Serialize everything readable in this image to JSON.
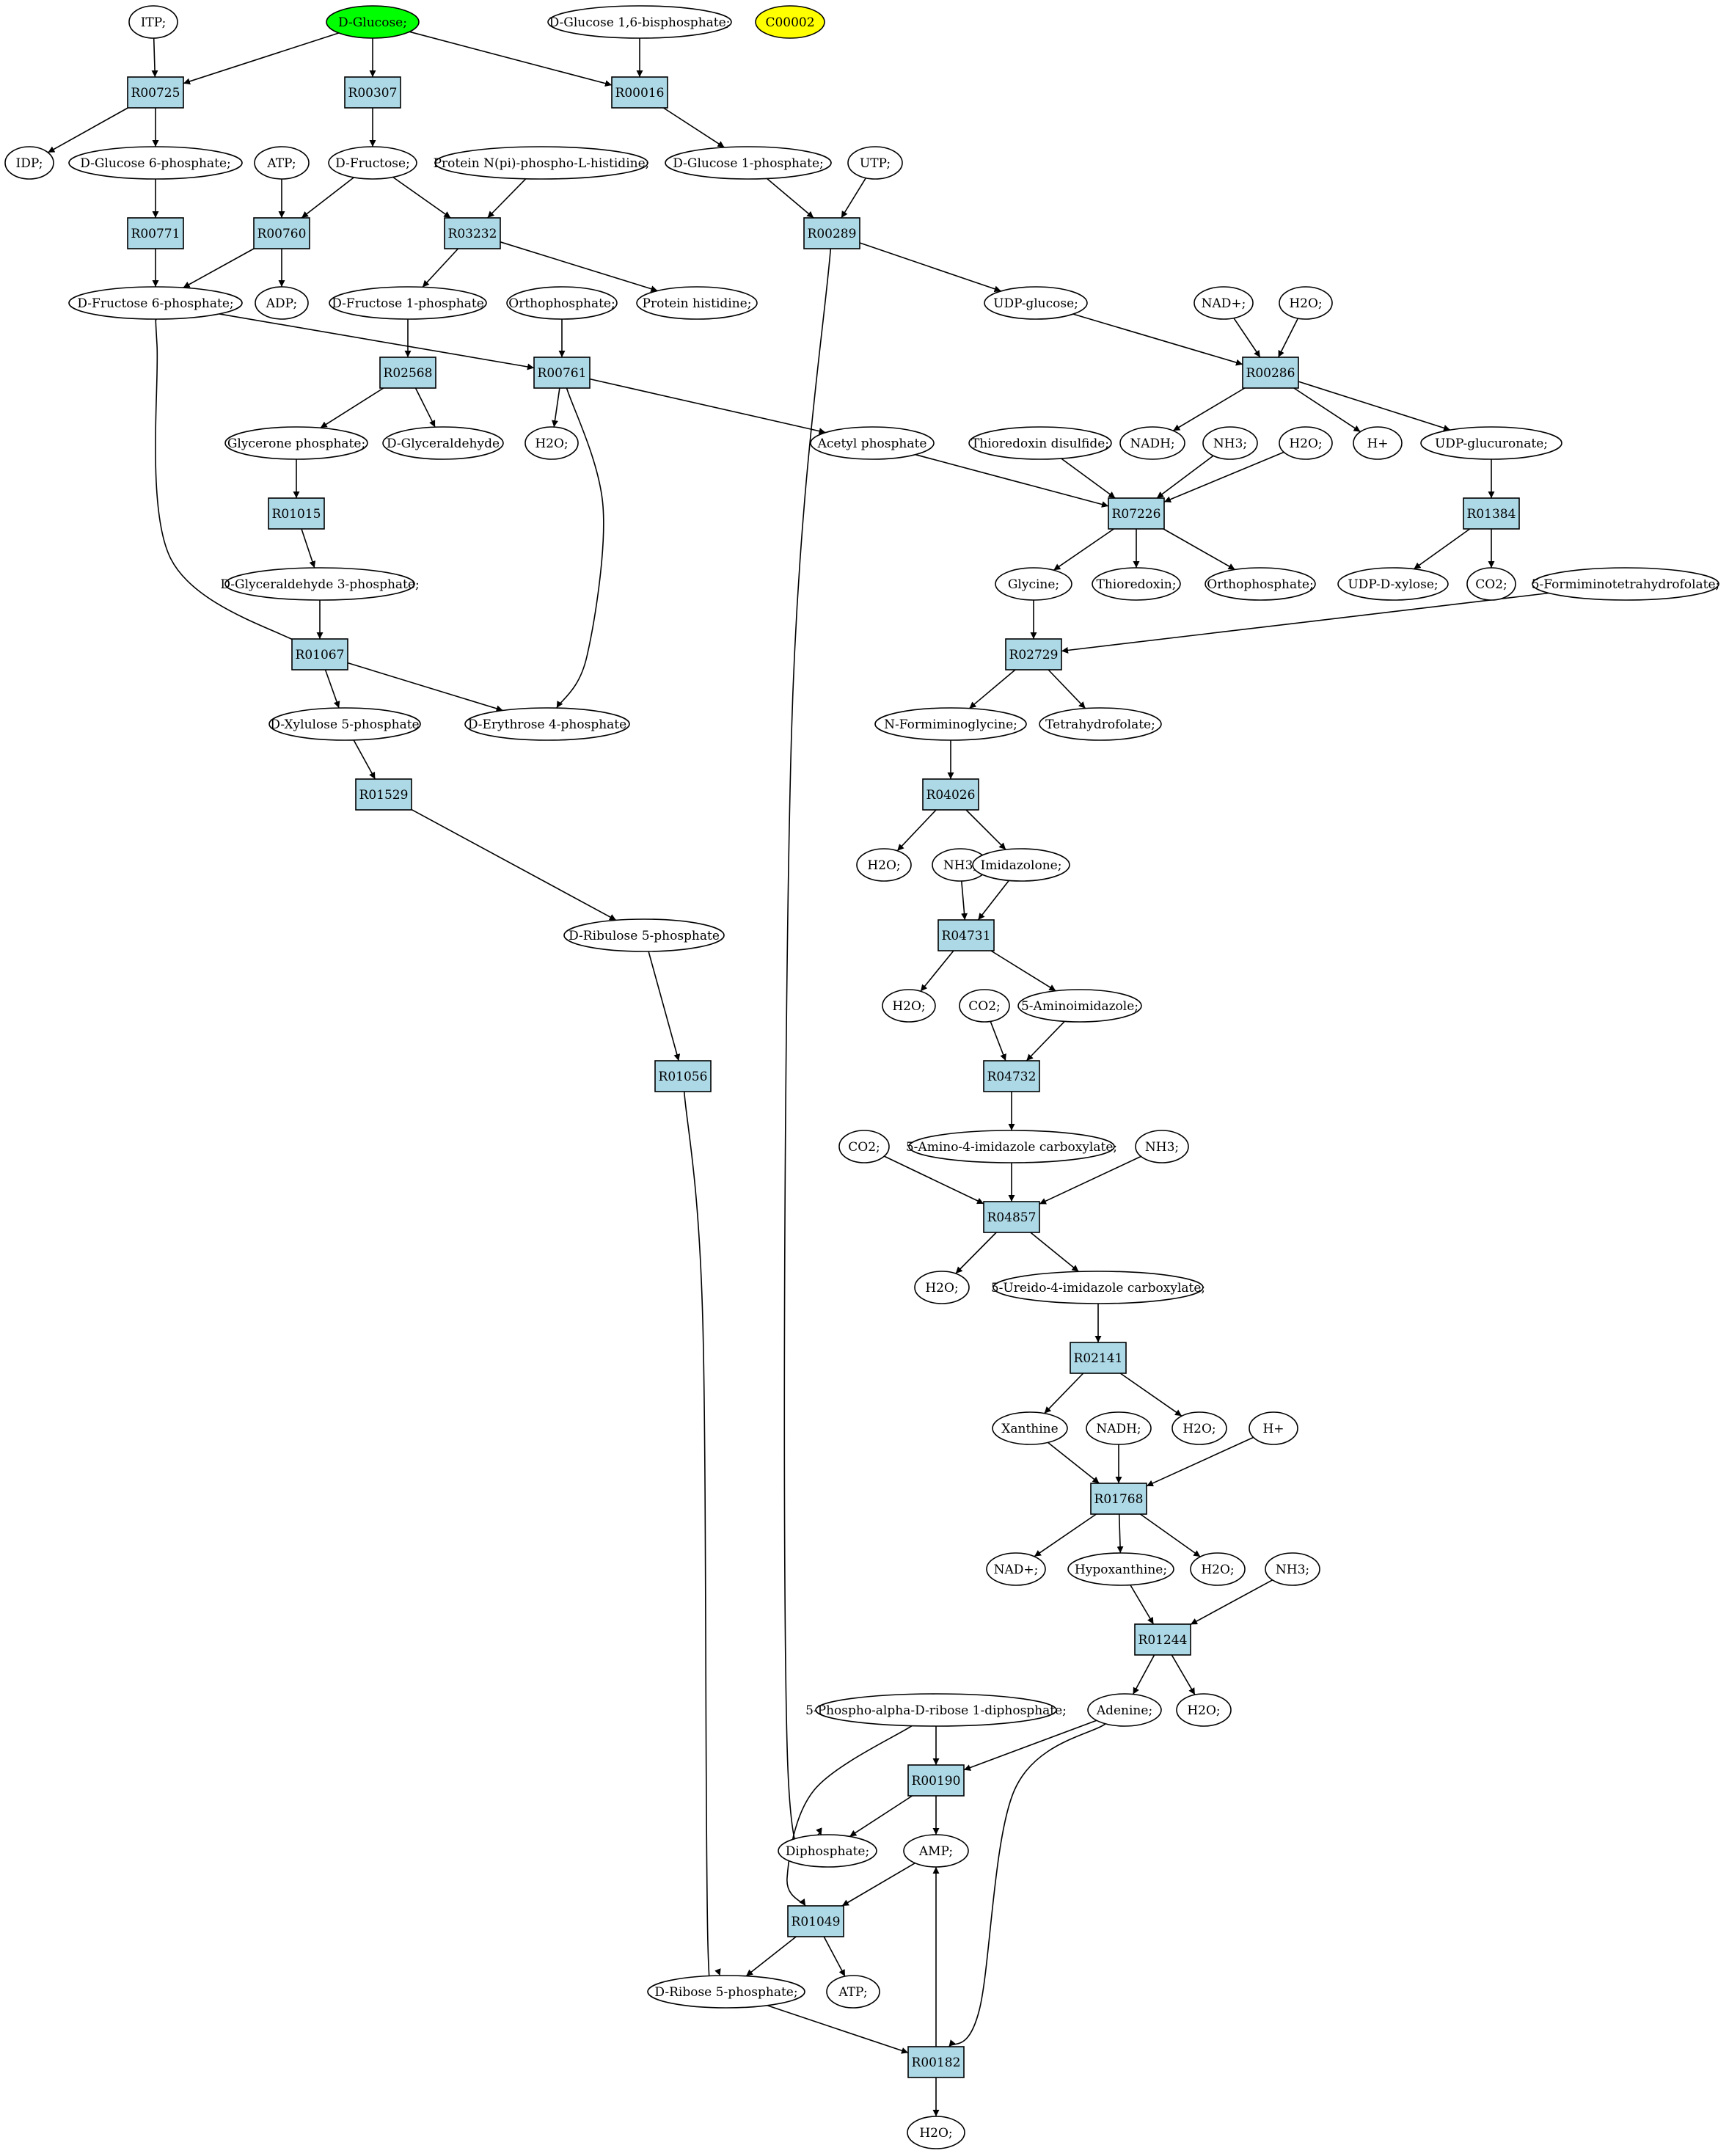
{
  "colors": {
    "reaction_fill": "#add8e6",
    "start_fill": "#00ff00",
    "highlight_fill": "#ffff00",
    "compound_fill": "#ffffff"
  },
  "nodes": [
    {
      "id": "itp",
      "kind": "compound",
      "label": "ITP;"
    },
    {
      "id": "dglucose",
      "kind": "compound",
      "label": "D-Glucose;",
      "fill": "#00ff00"
    },
    {
      "id": "dglc16bp",
      "kind": "compound",
      "label": "D-Glucose 1,6-bisphosphate;"
    },
    {
      "id": "c00002",
      "kind": "compound",
      "label": "C00002",
      "fill": "#ffff00"
    },
    {
      "id": "r00725",
      "kind": "reaction",
      "label": "R00725"
    },
    {
      "id": "r00307",
      "kind": "reaction",
      "label": "R00307"
    },
    {
      "id": "r00016",
      "kind": "reaction",
      "label": "R00016"
    },
    {
      "id": "idp",
      "kind": "compound",
      "label": "IDP;"
    },
    {
      "id": "dglc6p",
      "kind": "compound",
      "label": "D-Glucose 6-phosphate;"
    },
    {
      "id": "atp1",
      "kind": "compound",
      "label": "ATP;"
    },
    {
      "id": "dfructose",
      "kind": "compound",
      "label": "D-Fructose;"
    },
    {
      "id": "protnph",
      "kind": "compound",
      "label": "Protein N(pi)-phospho-L-histidine;"
    },
    {
      "id": "dglc1p",
      "kind": "compound",
      "label": "D-Glucose 1-phosphate;"
    },
    {
      "id": "utp",
      "kind": "compound",
      "label": "UTP;"
    },
    {
      "id": "r00771",
      "kind": "reaction",
      "label": "R00771"
    },
    {
      "id": "r00760",
      "kind": "reaction",
      "label": "R00760"
    },
    {
      "id": "r03232",
      "kind": "reaction",
      "label": "R03232"
    },
    {
      "id": "r00289",
      "kind": "reaction",
      "label": "R00289"
    },
    {
      "id": "dfru6p",
      "kind": "compound",
      "label": "D-Fructose 6-phosphate;"
    },
    {
      "id": "adp",
      "kind": "compound",
      "label": "ADP;"
    },
    {
      "id": "dfru1p",
      "kind": "compound",
      "label": "D-Fructose 1-phosphate"
    },
    {
      "id": "orthop1",
      "kind": "compound",
      "label": "Orthophosphate;"
    },
    {
      "id": "prothis",
      "kind": "compound",
      "label": "Protein histidine;"
    },
    {
      "id": "udpglc",
      "kind": "compound",
      "label": "UDP-glucose;"
    },
    {
      "id": "nadp1",
      "kind": "compound",
      "label": "NAD+;"
    },
    {
      "id": "h2o1",
      "kind": "compound",
      "label": "H2O;"
    },
    {
      "id": "r02568",
      "kind": "reaction",
      "label": "R02568"
    },
    {
      "id": "r00761",
      "kind": "reaction",
      "label": "R00761"
    },
    {
      "id": "r00286",
      "kind": "reaction",
      "label": "R00286"
    },
    {
      "id": "glycp",
      "kind": "compound",
      "label": "Glycerone phosphate;"
    },
    {
      "id": "dglyald",
      "kind": "compound",
      "label": "D-Glyceraldehyde"
    },
    {
      "id": "h2o2",
      "kind": "compound",
      "label": "H2O;"
    },
    {
      "id": "acetylp",
      "kind": "compound",
      "label": "Acetyl phosphate"
    },
    {
      "id": "thiodis",
      "kind": "compound",
      "label": "Thioredoxin disulfide;"
    },
    {
      "id": "nadh1",
      "kind": "compound",
      "label": "NADH;"
    },
    {
      "id": "nh3_1",
      "kind": "compound",
      "label": "NH3;"
    },
    {
      "id": "h2o3",
      "kind": "compound",
      "label": "H2O;"
    },
    {
      "id": "hplus1",
      "kind": "compound",
      "label": "H+"
    },
    {
      "id": "udpglcur",
      "kind": "compound",
      "label": "UDP-glucuronate;"
    },
    {
      "id": "r01015",
      "kind": "reaction",
      "label": "R01015"
    },
    {
      "id": "r07226",
      "kind": "reaction",
      "label": "R07226"
    },
    {
      "id": "r01384",
      "kind": "reaction",
      "label": "R01384"
    },
    {
      "id": "dglyald3p",
      "kind": "compound",
      "label": "D-Glyceraldehyde 3-phosphate;"
    },
    {
      "id": "glycine",
      "kind": "compound",
      "label": "Glycine;"
    },
    {
      "id": "thioredoxin",
      "kind": "compound",
      "label": "Thioredoxin;"
    },
    {
      "id": "orthop2",
      "kind": "compound",
      "label": "Orthophosphate;"
    },
    {
      "id": "udpxyl",
      "kind": "compound",
      "label": "UDP-D-xylose;"
    },
    {
      "id": "co2_1",
      "kind": "compound",
      "label": "CO2;"
    },
    {
      "id": "formthf",
      "kind": "compound",
      "label": "5-Formiminotetrahydrofolate;"
    },
    {
      "id": "r01067",
      "kind": "reaction",
      "label": "R01067"
    },
    {
      "id": "r02729",
      "kind": "reaction",
      "label": "R02729"
    },
    {
      "id": "dxyl5p",
      "kind": "compound",
      "label": "D-Xylulose 5-phosphate"
    },
    {
      "id": "dery4p",
      "kind": "compound",
      "label": "D-Erythrose 4-phosphate"
    },
    {
      "id": "nformgly",
      "kind": "compound",
      "label": "N-Formiminoglycine;"
    },
    {
      "id": "thf",
      "kind": "compound",
      "label": "Tetrahydrofolate;"
    },
    {
      "id": "r01529",
      "kind": "reaction",
      "label": "R01529"
    },
    {
      "id": "r04026",
      "kind": "reaction",
      "label": "R04026"
    },
    {
      "id": "h2o4",
      "kind": "compound",
      "label": "H2O;"
    },
    {
      "id": "nh3_2",
      "kind": "compound",
      "label": "NH3;"
    },
    {
      "id": "imidazolone",
      "kind": "compound",
      "label": "Imidazolone;"
    },
    {
      "id": "dribu5p",
      "kind": "compound",
      "label": "D-Ribulose 5-phosphate"
    },
    {
      "id": "r04731",
      "kind": "reaction",
      "label": "R04731"
    },
    {
      "id": "h2o5",
      "kind": "compound",
      "label": "H2O;"
    },
    {
      "id": "co2_2",
      "kind": "compound",
      "label": "CO2;"
    },
    {
      "id": "aminoimid",
      "kind": "compound",
      "label": "5-Aminoimidazole;"
    },
    {
      "id": "r01056",
      "kind": "reaction",
      "label": "R01056"
    },
    {
      "id": "r04732",
      "kind": "reaction",
      "label": "R04732"
    },
    {
      "id": "co2_3",
      "kind": "compound",
      "label": "CO2;"
    },
    {
      "id": "aicarb",
      "kind": "compound",
      "label": "5-Amino-4-imidazole carboxylate;"
    },
    {
      "id": "nh3_3",
      "kind": "compound",
      "label": "NH3;"
    },
    {
      "id": "r04857",
      "kind": "reaction",
      "label": "R04857"
    },
    {
      "id": "h2o6",
      "kind": "compound",
      "label": "H2O;"
    },
    {
      "id": "uicarb",
      "kind": "compound",
      "label": "5-Ureido-4-imidazole carboxylate;"
    },
    {
      "id": "r02141",
      "kind": "reaction",
      "label": "R02141"
    },
    {
      "id": "xanthine",
      "kind": "compound",
      "label": "Xanthine"
    },
    {
      "id": "nadh2",
      "kind": "compound",
      "label": "NADH;"
    },
    {
      "id": "h2o7",
      "kind": "compound",
      "label": "H2O;"
    },
    {
      "id": "hplus2",
      "kind": "compound",
      "label": "H+"
    },
    {
      "id": "r01768",
      "kind": "reaction",
      "label": "R01768"
    },
    {
      "id": "nadp2",
      "kind": "compound",
      "label": "NAD+;"
    },
    {
      "id": "hypox",
      "kind": "compound",
      "label": "Hypoxanthine;"
    },
    {
      "id": "h2o8",
      "kind": "compound",
      "label": "H2O;"
    },
    {
      "id": "nh3_4",
      "kind": "compound",
      "label": "NH3;"
    },
    {
      "id": "r01244",
      "kind": "reaction",
      "label": "R01244"
    },
    {
      "id": "prpp",
      "kind": "compound",
      "label": "5-Phospho-alpha-D-ribose 1-diphosphate;"
    },
    {
      "id": "adenine",
      "kind": "compound",
      "label": "Adenine;"
    },
    {
      "id": "h2o9",
      "kind": "compound",
      "label": "H2O;"
    },
    {
      "id": "r00190",
      "kind": "reaction",
      "label": "R00190"
    },
    {
      "id": "diphos",
      "kind": "compound",
      "label": "Diphosphate;"
    },
    {
      "id": "amp",
      "kind": "compound",
      "label": "AMP;"
    },
    {
      "id": "r01049",
      "kind": "reaction",
      "label": "R01049"
    },
    {
      "id": "drib5p",
      "kind": "compound",
      "label": "D-Ribose 5-phosphate;"
    },
    {
      "id": "atp2",
      "kind": "compound",
      "label": "ATP;"
    },
    {
      "id": "r00182",
      "kind": "reaction",
      "label": "R00182"
    },
    {
      "id": "h2o10",
      "kind": "compound",
      "label": "H2O;"
    }
  ],
  "edges": [
    [
      "itp",
      "r00725"
    ],
    [
      "dglucose",
      "r00725"
    ],
    [
      "dglucose",
      "r00307"
    ],
    [
      "dglucose",
      "r00016"
    ],
    [
      "dglc16bp",
      "r00016"
    ],
    [
      "r00725",
      "idp"
    ],
    [
      "r00725",
      "dglc6p"
    ],
    [
      "r00307",
      "dfructose"
    ],
    [
      "r00016",
      "dglc1p"
    ],
    [
      "dglc6p",
      "r00771"
    ],
    [
      "atp1",
      "r00760"
    ],
    [
      "dfructose",
      "r00760"
    ],
    [
      "dfructose",
      "r03232"
    ],
    [
      "protnph",
      "r03232"
    ],
    [
      "dglc1p",
      "r00289"
    ],
    [
      "utp",
      "r00289"
    ],
    [
      "r00771",
      "dfru6p"
    ],
    [
      "r00760",
      "dfru6p"
    ],
    [
      "r00760",
      "adp"
    ],
    [
      "r03232",
      "dfru1p"
    ],
    [
      "r03232",
      "prothis"
    ],
    [
      "r00289",
      "udpglc"
    ],
    [
      "r00289",
      "diphos"
    ],
    [
      "dfru1p",
      "r02568"
    ],
    [
      "dfru6p",
      "r00761"
    ],
    [
      "orthop1",
      "r00761"
    ],
    [
      "dfru6p",
      "r01067"
    ],
    [
      "udpglc",
      "r00286"
    ],
    [
      "nadp1",
      "r00286"
    ],
    [
      "h2o1",
      "r00286"
    ],
    [
      "r02568",
      "glycp"
    ],
    [
      "r02568",
      "dglyald"
    ],
    [
      "r00761",
      "h2o2"
    ],
    [
      "r00761",
      "acetylp"
    ],
    [
      "r00761",
      "dery4p"
    ],
    [
      "r00286",
      "nadh1"
    ],
    [
      "r00286",
      "hplus1"
    ],
    [
      "r00286",
      "udpglcur"
    ],
    [
      "glycp",
      "r01015"
    ],
    [
      "acetylp",
      "r07226"
    ],
    [
      "thiodis",
      "r07226"
    ],
    [
      "nh3_1",
      "r07226"
    ],
    [
      "h2o3",
      "r07226"
    ],
    [
      "udpglcur",
      "r01384"
    ],
    [
      "r01015",
      "dglyald3p"
    ],
    [
      "r07226",
      "glycine"
    ],
    [
      "r07226",
      "thioredoxin"
    ],
    [
      "r07226",
      "orthop2"
    ],
    [
      "r01384",
      "udpxyl"
    ],
    [
      "r01384",
      "co2_1"
    ],
    [
      "dglyald3p",
      "r01067"
    ],
    [
      "glycine",
      "r02729"
    ],
    [
      "formthf",
      "r02729"
    ],
    [
      "r01067",
      "dxyl5p"
    ],
    [
      "r01067",
      "dery4p"
    ],
    [
      "r02729",
      "nformgly"
    ],
    [
      "r02729",
      "thf"
    ],
    [
      "dxyl5p",
      "r01529"
    ],
    [
      "nformgly",
      "r04026"
    ],
    [
      "r01529",
      "dribu5p"
    ],
    [
      "r04026",
      "h2o4"
    ],
    [
      "r04026",
      "imidazolone"
    ],
    [
      "nh3_2",
      "r04731"
    ],
    [
      "imidazolone",
      "r04731"
    ],
    [
      "r04731",
      "h2o5"
    ],
    [
      "r04731",
      "aminoimid"
    ],
    [
      "co2_2",
      "r04732"
    ],
    [
      "aminoimid",
      "r04732"
    ],
    [
      "dribu5p",
      "r01056"
    ],
    [
      "r04732",
      "aicarb"
    ],
    [
      "co2_3",
      "r04857"
    ],
    [
      "aicarb",
      "r04857"
    ],
    [
      "nh3_3",
      "r04857"
    ],
    [
      "r04857",
      "h2o6"
    ],
    [
      "r04857",
      "uicarb"
    ],
    [
      "uicarb",
      "r02141"
    ],
    [
      "r02141",
      "xanthine"
    ],
    [
      "r02141",
      "h2o7"
    ],
    [
      "xanthine",
      "r01768"
    ],
    [
      "nadh2",
      "r01768"
    ],
    [
      "hplus2",
      "r01768"
    ],
    [
      "r01768",
      "nadp2"
    ],
    [
      "r01768",
      "hypox"
    ],
    [
      "r01768",
      "h2o8"
    ],
    [
      "hypox",
      "r01244"
    ],
    [
      "nh3_4",
      "r01244"
    ],
    [
      "r01244",
      "adenine"
    ],
    [
      "r01244",
      "h2o9"
    ],
    [
      "prpp",
      "r00190"
    ],
    [
      "adenine",
      "r00190"
    ],
    [
      "prpp",
      "r01049"
    ],
    [
      "adenine",
      "r00182"
    ],
    [
      "r00190",
      "diphos"
    ],
    [
      "r00190",
      "amp"
    ],
    [
      "amp",
      "r01049"
    ],
    [
      "r01049",
      "drib5p"
    ],
    [
      "r01049",
      "atp2"
    ],
    [
      "r01056",
      "drib5p"
    ],
    [
      "drib5p",
      "r00182"
    ],
    [
      "r00182",
      "amp"
    ],
    [
      "r00182",
      "h2o10"
    ]
  ]
}
